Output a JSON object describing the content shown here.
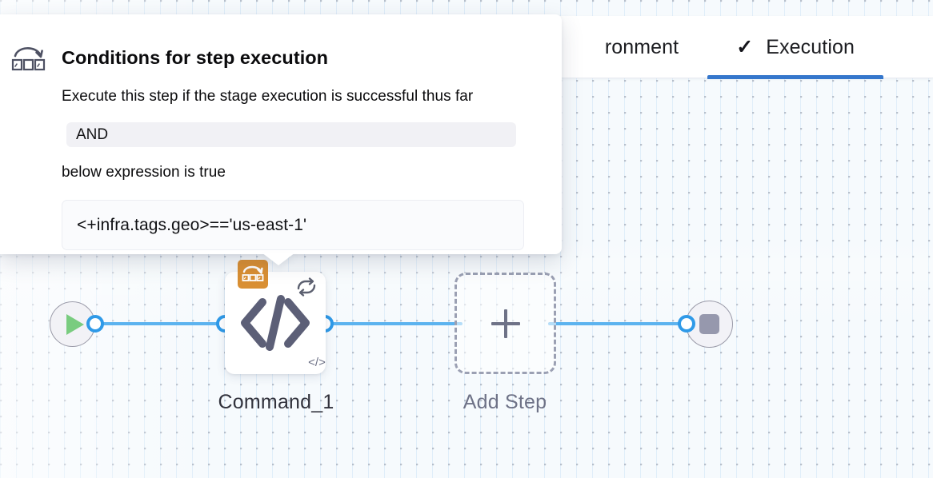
{
  "header": {
    "tabs": [
      {
        "id": "environment",
        "label": "ronment",
        "full_label": "Environment",
        "active": false,
        "icon": ""
      },
      {
        "id": "execution",
        "label": "Execution",
        "active": true,
        "icon": "check-icon",
        "check_glyph": "✓"
      }
    ],
    "active_tab_accent": "#3577cc"
  },
  "popover": {
    "icon": "shell-script-icon",
    "title": "Conditions for step execution",
    "subtitle": "Execute this step if the stage execution is successful thus far",
    "condition_operator": "AND",
    "expression_label": "below expression is true",
    "expression_value": "<+infra.tags.geo>=='us-east-1'"
  },
  "pipeline": {
    "start_node": {
      "icon": "play-icon",
      "color": "#79cc7f"
    },
    "end_node": {
      "icon": "stop-icon",
      "color": "#9698ad"
    },
    "connector_color": "#5cb3ef",
    "port_color": "#2f9ae8",
    "steps": [
      {
        "id": "command-1",
        "label": "Command_1",
        "type_icon": "code-icon",
        "badge_icon": "shell-script-icon",
        "badge_color": "#d98f33",
        "retry_icon": "retry-loop-icon",
        "mini_icon": "code-icon",
        "mini_glyph": "</>"
      }
    ],
    "add_step": {
      "label": "Add Step",
      "icon": "plus-icon"
    }
  },
  "canvas": {
    "background_color": "#f6fafd",
    "dot_color": "#b7bfcb",
    "grid_line_color": "#add0f0"
  }
}
